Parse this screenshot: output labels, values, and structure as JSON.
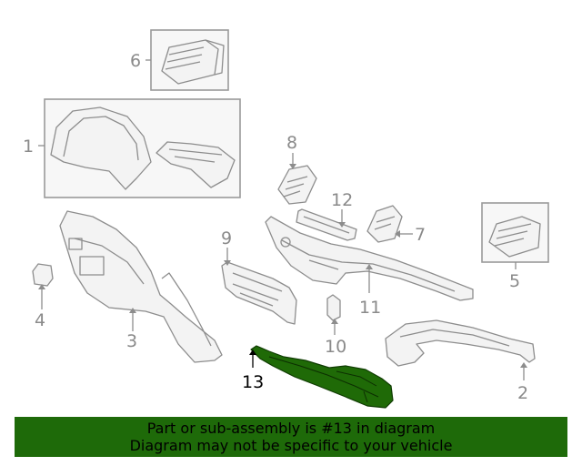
{
  "diagram": {
    "callouts": {
      "c1": "1",
      "c2": "2",
      "c3": "3",
      "c4": "4",
      "c5": "5",
      "c6": "6",
      "c7": "7",
      "c8": "8",
      "c9": "9",
      "c10": "10",
      "c11": "11",
      "c12": "12",
      "c13": "13"
    },
    "highlight_color": "#1e6a09"
  },
  "banner": {
    "line1": "Part or sub-assembly is #13 in diagram",
    "line2": "Diagram may not be specific to your vehicle"
  }
}
